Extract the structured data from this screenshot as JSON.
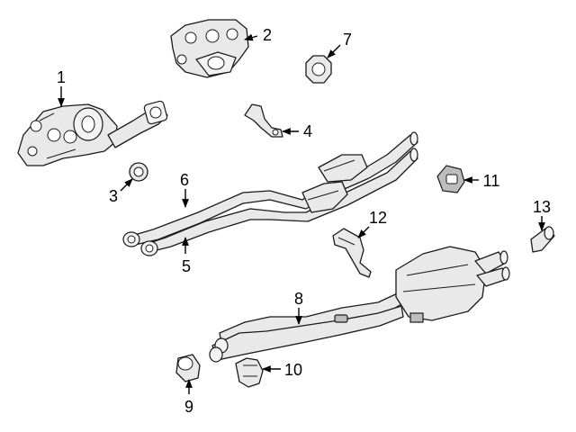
{
  "diagram": {
    "callouts": [
      {
        "number": "1",
        "part": "front-exhaust-manifold"
      },
      {
        "number": "2",
        "part": "rear-exhaust-manifold"
      },
      {
        "number": "3",
        "part": "gasket-ring"
      },
      {
        "number": "4",
        "part": "support-bracket"
      },
      {
        "number": "5",
        "part": "front-pipe-lower"
      },
      {
        "number": "6",
        "part": "front-pipe-upper"
      },
      {
        "number": "7",
        "part": "flange-gasket"
      },
      {
        "number": "8",
        "part": "rear-exhaust-with-muffler"
      },
      {
        "number": "9",
        "part": "pipe-clamp"
      },
      {
        "number": "10",
        "part": "clamp-bracket"
      },
      {
        "number": "11",
        "part": "rubber-hanger"
      },
      {
        "number": "12",
        "part": "heat-shield"
      },
      {
        "number": "13",
        "part": "tail-pipe-tip"
      }
    ]
  }
}
